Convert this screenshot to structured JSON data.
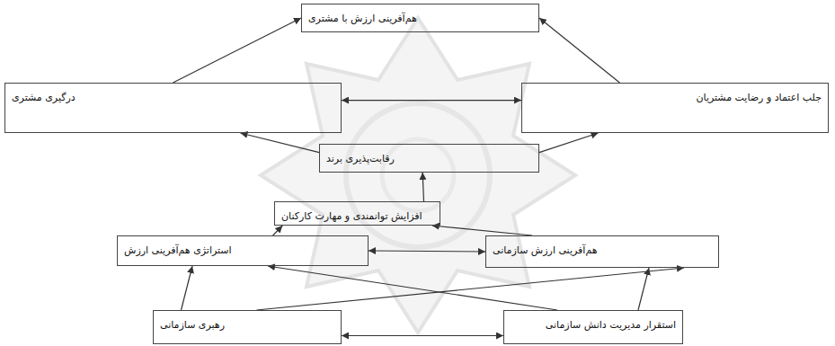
{
  "diagram": {
    "nodes": [
      {
        "text": [
          "هم‌آفرینی ارزش با مشتری"
        ]
      },
      {
        "text": [
          "جلب اعتماد و رضایت مشتریان"
        ]
      },
      {
        "text": [
          "درگیری مشتری"
        ]
      },
      {
        "text": [
          "رقابت‌پذیری برند"
        ]
      },
      {
        "text": [
          "افزایش توانمندی و مهارت کارکنان"
        ]
      },
      {
        "text": [
          "هم‌آفرینی ارزش سازمانی"
        ]
      },
      {
        "text": [
          "استراتژی هم‌آفرینی ارزش"
        ]
      },
      {
        "text": [
          "استقرار مدیریت دانش سازمانی"
        ]
      },
      {
        "text": [
          "رهبری سازمانی"
        ]
      }
    ],
    "edges": [
      {
        "from": 2,
        "to": 0,
        "arrow": "to"
      },
      {
        "from": 1,
        "to": 0,
        "arrow": "to"
      },
      {
        "from": 2,
        "to": 1,
        "arrow": "both"
      },
      {
        "from": 3,
        "to": 2,
        "arrow": "to"
      },
      {
        "from": 3,
        "to": 1,
        "arrow": "to"
      },
      {
        "from": 4,
        "to": 3,
        "arrow": "to"
      },
      {
        "from": 6,
        "to": 4,
        "arrow": "to"
      },
      {
        "from": 5,
        "to": 4,
        "arrow": "to"
      },
      {
        "from": 6,
        "to": 5,
        "arrow": "both"
      },
      {
        "from": 8,
        "to": 6,
        "arrow": "to"
      },
      {
        "from": 8,
        "to": 5,
        "arrow": "to"
      },
      {
        "from": 7,
        "to": 6,
        "arrow": "to"
      },
      {
        "from": 7,
        "to": 5,
        "arrow": "to"
      },
      {
        "from": 8,
        "to": 7,
        "arrow": "both"
      }
    ]
  }
}
